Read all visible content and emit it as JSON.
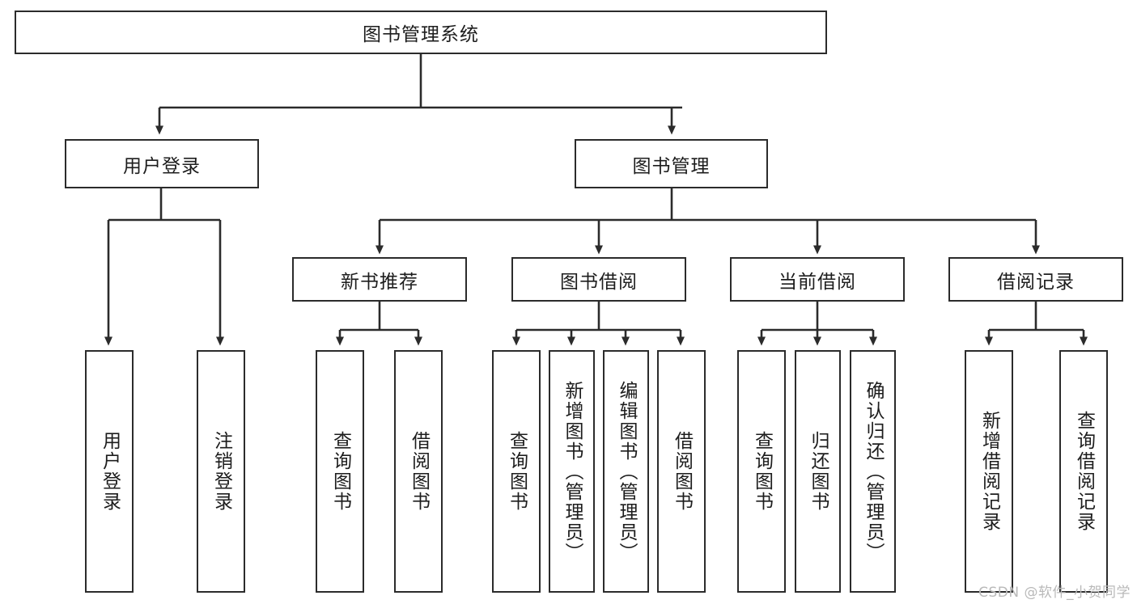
{
  "diagram": {
    "title": "图书管理系统",
    "watermark": "CSDN @软件_小贺同学",
    "line_color": "#2b2b2b",
    "box_fill": "#ffffff",
    "text_color": "#1d1d1d",
    "watermark_color": "#b9b9b9"
  },
  "nodes": {
    "root": {
      "label": "图书管理系统",
      "level": 1,
      "orientation": "horizontal"
    },
    "user_login": {
      "label": "用户登录",
      "level": 2,
      "orientation": "horizontal"
    },
    "book_manage": {
      "label": "图书管理",
      "level": 2,
      "orientation": "horizontal"
    },
    "new_book_rec": {
      "label": "新书推荐",
      "level": 3,
      "orientation": "horizontal"
    },
    "book_borrow": {
      "label": "图书借阅",
      "level": 3,
      "orientation": "horizontal"
    },
    "current_borrow": {
      "label": "当前借阅",
      "level": 3,
      "orientation": "horizontal"
    },
    "borrow_record": {
      "label": "借阅记录",
      "level": 3,
      "orientation": "horizontal"
    },
    "leaf_user_login": {
      "label": "用户登录",
      "level": 4,
      "orientation": "vertical"
    },
    "leaf_logout": {
      "label": "注销登录",
      "level": 4,
      "orientation": "vertical"
    },
    "leaf_query_book_a": {
      "label": "查询图书",
      "level": 4,
      "orientation": "vertical"
    },
    "leaf_borrow_book_a": {
      "label": "借阅图书",
      "level": 4,
      "orientation": "vertical"
    },
    "leaf_query_book_b": {
      "label": "查询图书",
      "level": 4,
      "orientation": "vertical"
    },
    "leaf_add_book": {
      "label": "新增图书（管理员）",
      "level": 4,
      "orientation": "vertical"
    },
    "leaf_edit_book": {
      "label": "编辑图书（管理员）",
      "level": 4,
      "orientation": "vertical"
    },
    "leaf_borrow_book_b": {
      "label": "借阅图书",
      "level": 4,
      "orientation": "vertical"
    },
    "leaf_query_book_c": {
      "label": "查询图书",
      "level": 4,
      "orientation": "vertical"
    },
    "leaf_return_book": {
      "label": "归还图书",
      "level": 4,
      "orientation": "vertical"
    },
    "leaf_confirm_return": {
      "label": "确认归还（管理员）",
      "level": 4,
      "orientation": "vertical"
    },
    "leaf_add_record": {
      "label": "新增借阅记录",
      "level": 4,
      "orientation": "vertical"
    },
    "leaf_query_record": {
      "label": "查询借阅记录",
      "level": 4,
      "orientation": "vertical"
    }
  },
  "hierarchy": [
    {
      "parent": "root",
      "children": [
        "user_login",
        "book_manage"
      ]
    },
    {
      "parent": "user_login",
      "children": [
        "leaf_user_login",
        "leaf_logout"
      ]
    },
    {
      "parent": "book_manage",
      "children": [
        "new_book_rec",
        "book_borrow",
        "current_borrow",
        "borrow_record"
      ]
    },
    {
      "parent": "new_book_rec",
      "children": [
        "leaf_query_book_a",
        "leaf_borrow_book_a"
      ]
    },
    {
      "parent": "book_borrow",
      "children": [
        "leaf_query_book_b",
        "leaf_add_book",
        "leaf_edit_book",
        "leaf_borrow_book_b"
      ]
    },
    {
      "parent": "current_borrow",
      "children": [
        "leaf_query_book_c",
        "leaf_return_book",
        "leaf_confirm_return"
      ]
    },
    {
      "parent": "borrow_record",
      "children": [
        "leaf_add_record",
        "leaf_query_record"
      ]
    }
  ]
}
